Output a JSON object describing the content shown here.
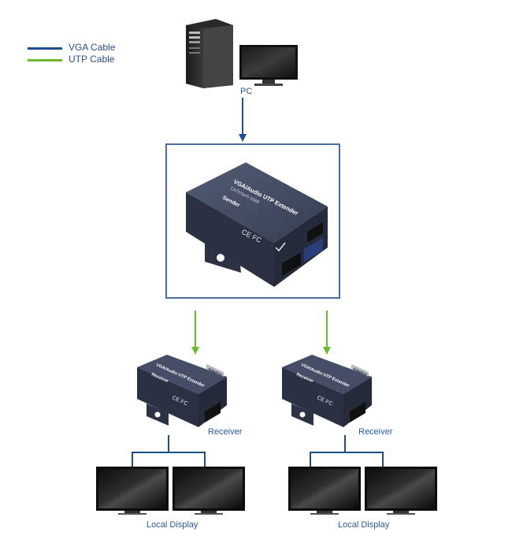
{
  "legend": [
    {
      "label": "VGA Cable",
      "color": "#1f4e8c"
    },
    {
      "label": "UTP Cable",
      "color": "#6fba2c"
    }
  ],
  "pc": {
    "label": "PC"
  },
  "sender": {
    "title": "VGA/Audio UTP Extender",
    "subtitle": "CAT5/5e/6-568B",
    "role": "Sender",
    "marks": "CE FC"
  },
  "receivers": [
    {
      "label": "Receiver",
      "title": "VGA/Audio UTP Extender",
      "role": "Receiver",
      "marks": "CE FC",
      "tag": "Adaptive"
    },
    {
      "label": "Receiver",
      "title": "VGA/Audio UTP Extender",
      "role": "Receiver",
      "marks": "CE FC",
      "tag": "Adaptive"
    }
  ],
  "displays": [
    {
      "label": "Local Display"
    },
    {
      "label": "Local Display"
    }
  ],
  "colors": {
    "vga": "#1f4e8c",
    "utp": "#6fba2c",
    "text": "#2b5a9a",
    "device": "#3a4358"
  }
}
